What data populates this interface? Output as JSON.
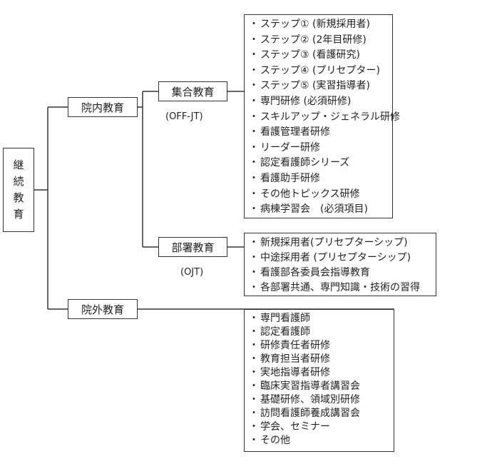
{
  "root": {
    "chars": [
      "継",
      "続",
      "教",
      "育"
    ]
  },
  "in_hospital": {
    "label": "院内教育"
  },
  "out_hospital": {
    "label": "院外教育"
  },
  "group": {
    "label": "集合教育",
    "note": "(OFF-JT)",
    "items": [
      "ステップ① (新規採用者)",
      "ステップ② (2年目研修)",
      "ステップ③ (看護研究)",
      "ステップ④ (プリセプター)",
      "ステップ⑤ (実習指導者)",
      "専門研修 (必須研修)",
      "スキルアップ・ジェネラル研修",
      "看護管理者研修",
      "リーダー研修",
      "認定看護師シリーズ",
      "看護助手研修",
      "その他トピックス研修",
      "病棟学習会　(必須項目)"
    ]
  },
  "dept": {
    "label": "部署教育",
    "note": "(OJT)",
    "items": [
      "新規採用者(プリセプターシップ)",
      "中途採用者 (プリセプターシップ)",
      "看護部各委員会指導教育",
      "各部署共通、専門知識・技術の習得"
    ]
  },
  "external": {
    "items": [
      "専門看護師",
      "認定看護師",
      "研修責任者研修",
      "教育担当者研修",
      "実地指導者研修",
      "臨床実習指導者講習会",
      "基礎研修、領域別研修",
      "訪問看護師養成講習会",
      "学会、セミナー",
      "その他"
    ]
  }
}
